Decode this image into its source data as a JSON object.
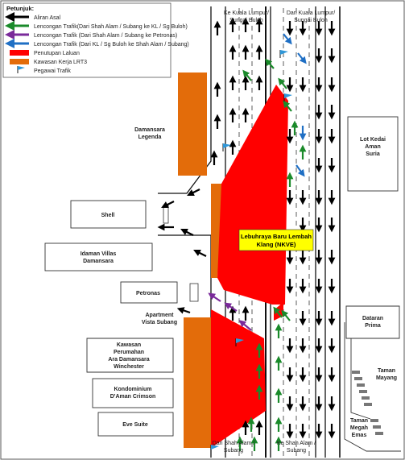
{
  "legend": {
    "title": "Petunjuk:",
    "items": [
      {
        "label": "Aliran Asal",
        "color": "#000000",
        "icon": "arrow-left-icon"
      },
      {
        "label": "Lencongan Trafik(Dari Shah Alam / Subang ke KL / Sg Buloh)",
        "color": "#1a8a2a",
        "icon": "arrow-left-icon"
      },
      {
        "label": "Lencongan Trafik (Dari Shah Alam / Subang ke Petronas)",
        "color": "#7a2a9a",
        "icon": "arrow-left-icon"
      },
      {
        "label": "Lencongan Trafik (Dari KL / Sg Buloh ke Shah Alam / Subang)",
        "color": "#1f6fc4",
        "icon": "arrow-left-icon"
      },
      {
        "label": "Penutupan Laluan",
        "color": "#ff0000",
        "icon": "swatch"
      },
      {
        "label": "Kawasan Kerja LRT3",
        "color": "#e36c0a",
        "icon": "swatch"
      },
      {
        "label": "Pegawai Trafik",
        "color": "#2f97d8",
        "icon": "flag-icon"
      }
    ]
  },
  "road_labels": {
    "top_left_1": "Ke Kuala Lumpur/",
    "top_left_2": "Sungai Buloh",
    "top_right_1": "Dari Kuala Lumpur/",
    "top_right_2": "Sungai Buloh",
    "bottom_left_1": "Dari Shah Alam /",
    "bottom_left_2": "Subang",
    "bottom_right_1": "Ke Shah Alam /",
    "bottom_right_2": "Subang",
    "highway_1": "Lebuhraya Baru Lembah",
    "highway_2": "Klang (NKVE)"
  },
  "places": {
    "damansara_legenda_1": "Damansara",
    "damansara_legenda_2": "Legenda",
    "shell": "Shell",
    "idaman_1": "Idaman Villas",
    "idaman_2": "Damansara",
    "petronas": "Petronas",
    "apartment_1": "Apartment",
    "apartment_2": "Vista Subang",
    "kawasan_1": "Kawasan",
    "kawasan_2": "Perumahan",
    "kawasan_3": "Ara Damansara",
    "kawasan_4": "Winchester",
    "kondo_1": "Kondominium",
    "kondo_2": "D'Aman Crimson",
    "eve": "Eve Suite",
    "lot_1": "Lot Kedai",
    "lot_2": "Aman",
    "lot_3": "Suria",
    "dataran_1": "Dataran",
    "dataran_2": "Prima",
    "mayang_1": "Taman",
    "mayang_2": "Mayang",
    "megah_1": "Taman",
    "megah_2": "Megah",
    "megah_3": "Emas"
  },
  "colors": {
    "closure": "#ff0000",
    "lrt_work": "#e36c0a",
    "original_flow": "#000000",
    "detour_green": "#1a8a2a",
    "detour_purple": "#7a2a9a",
    "detour_blue": "#1f6fc4",
    "traffic_officer": "#2f97d8",
    "highway_label_bg": "#ffff00"
  }
}
